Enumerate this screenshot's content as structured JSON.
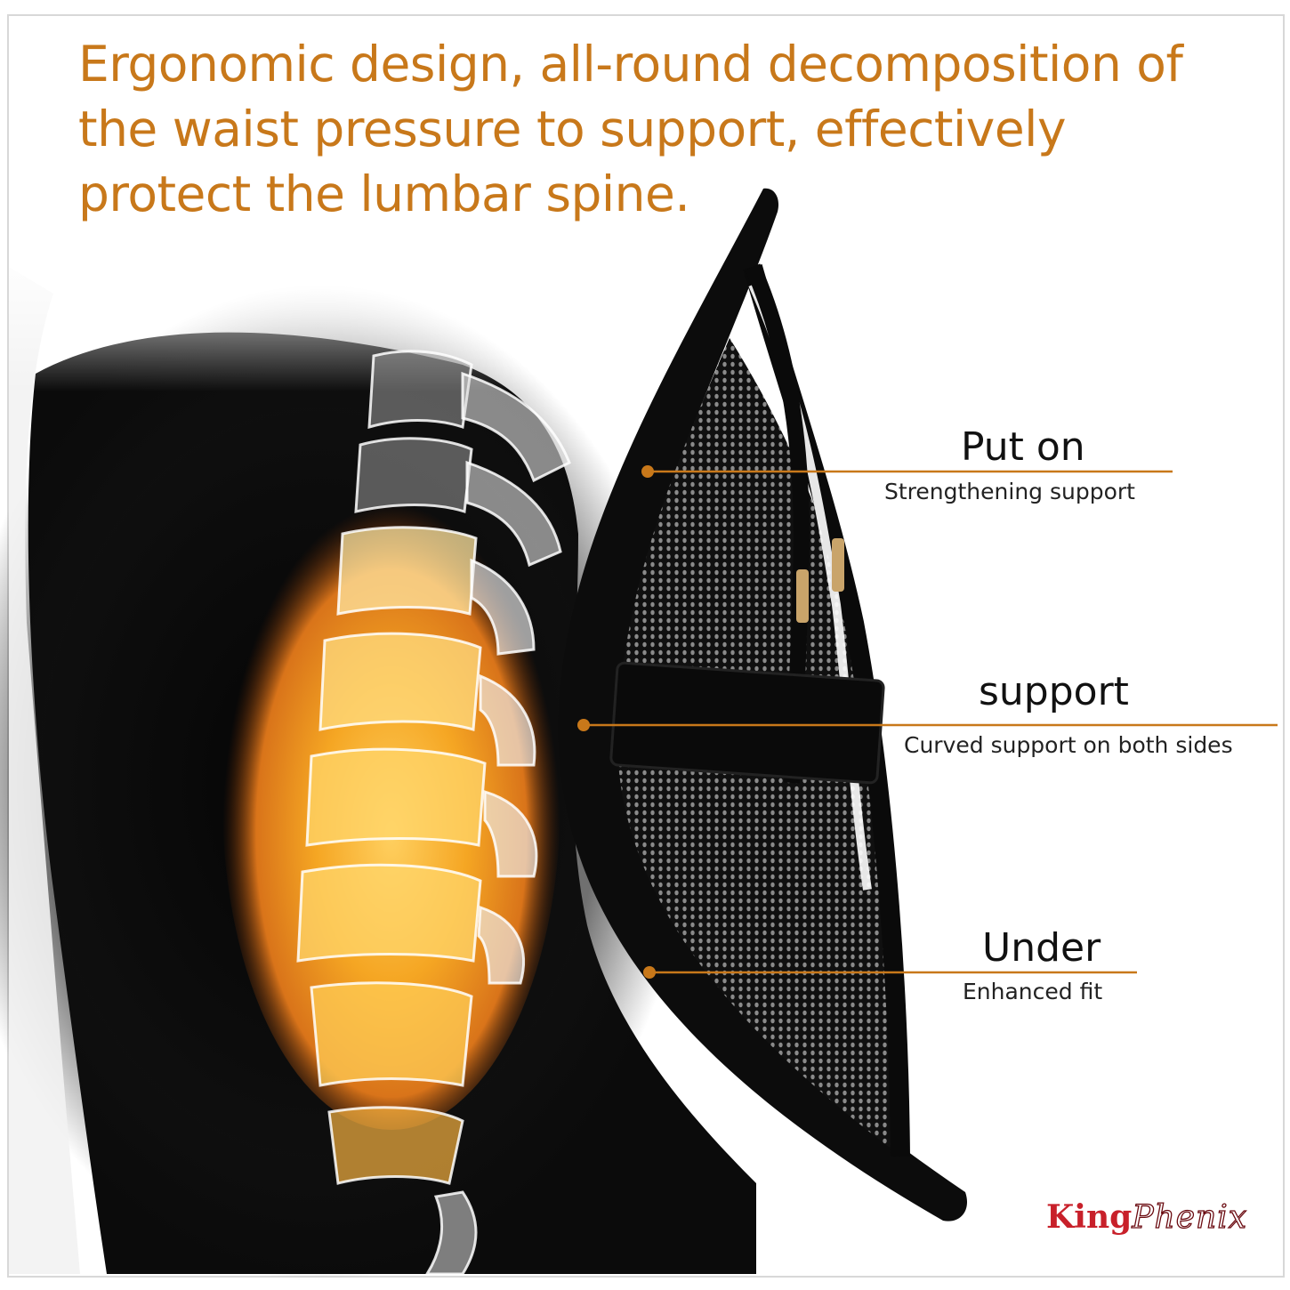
{
  "headline": "Ergonomic design, all-round decomposition of the waist pressure to support, effectively protect the lumbar spine.",
  "colors": {
    "headline": "#c8781a",
    "leader_line": "#c8781a",
    "glow": "#f5a623",
    "cushion": "#0c0c0c",
    "brand_red": "#c8202a"
  },
  "callouts": [
    {
      "title": "Put on",
      "subtitle": "Strengthening support"
    },
    {
      "title": "support",
      "subtitle": "Curved support on both sides"
    },
    {
      "title": "Under",
      "subtitle": "Enhanced fit"
    }
  ],
  "brand": {
    "part1": "King",
    "part2": "Phenix"
  }
}
